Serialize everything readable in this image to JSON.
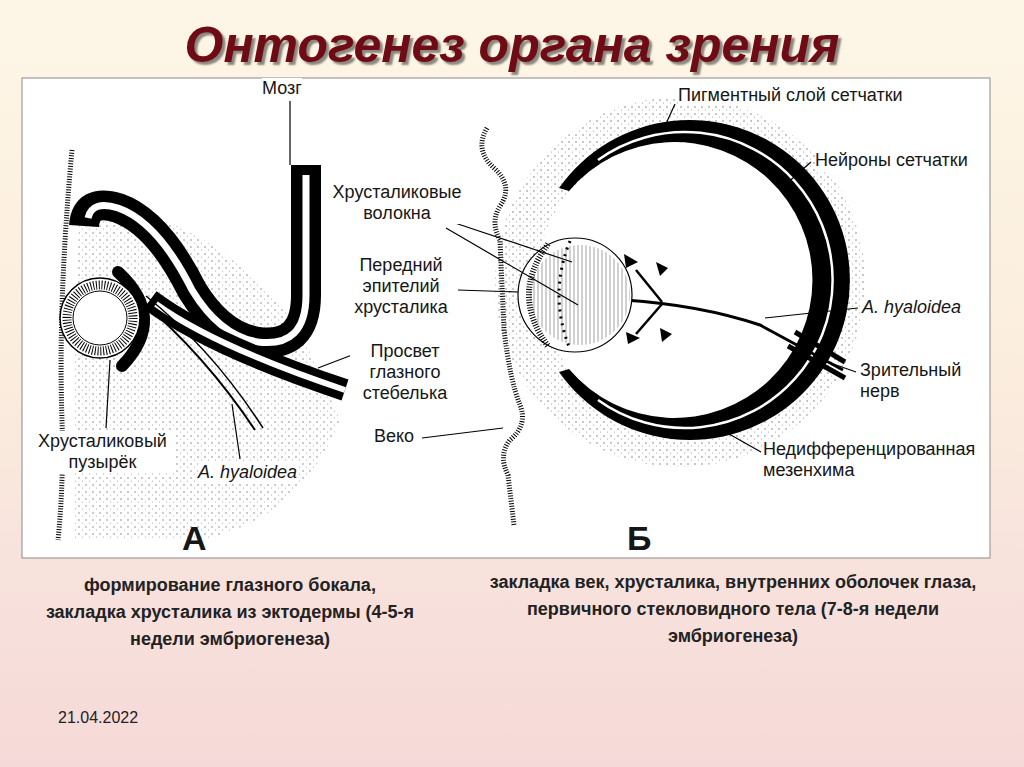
{
  "diagram": {
    "title": "Онтогенез органа зрения",
    "labels": [
      "Мозг",
      "Пигментный слой сетчатки",
      "Нейроны сетчатки",
      "Хрусталиковые волокна",
      "Передний эпителий хрусталика",
      "A. hyaloidea",
      "Просвет глазного стебелька",
      "Зрительный нерв",
      "Веко",
      "Хрусталиковый пузырёк",
      "Недифференцированная мезенхима",
      "A. hyaloidea",
      "А",
      "Б",
      "формирование глазного бокала, закладка хрусталика из эктодермы (4-5-я недели эмбриогенеза)",
      "закладка век, хрусталика, внутренних оболочек глаза, первичного стекловидного тела (7-8-я недели эмбриогенеза)",
      "21.04.2022"
    ]
  }
}
